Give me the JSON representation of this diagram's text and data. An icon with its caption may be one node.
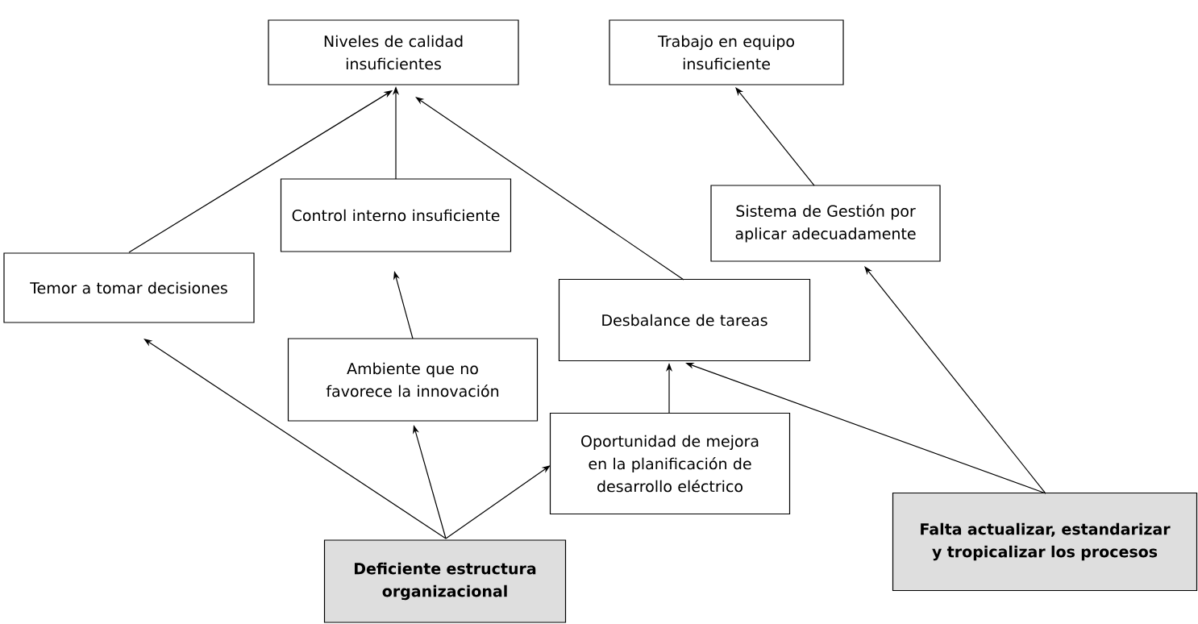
{
  "diagram": {
    "nodes": [
      {
        "text": [
          "Niveles de calidad insuficientes"
        ]
      },
      {
        "text": [
          "Trabajo en equipo insuficiente"
        ]
      },
      {
        "text": [
          "Control interno insuficiente"
        ]
      },
      {
        "text": [
          "Sistema de Gestión por aplicar adecuadamente"
        ]
      },
      {
        "text": [
          "Temor a tomar decisiones"
        ]
      },
      {
        "text": [
          "Desbalance de tareas"
        ]
      },
      {
        "text": [
          "Ambiente que no favorece la innovación"
        ]
      },
      {
        "text": [
          "Oportunidad de mejora en la planificación de desarrollo eléctrico"
        ]
      },
      {
        "text": [
          "Deficiente estructura organizacional"
        ]
      },
      {
        "text": [
          "Falta actualizar, estandarizar y tropicalizar los procesos"
        ]
      }
    ],
    "edges": [
      {
        "from": 4,
        "to": 0,
        "arrow": "to"
      },
      {
        "from": 2,
        "to": 0,
        "arrow": "to"
      },
      {
        "from": 5,
        "to": 0,
        "arrow": "to"
      },
      {
        "from": 3,
        "to": 1,
        "arrow": "to"
      },
      {
        "from": 6,
        "to": 2,
        "arrow": "to"
      },
      {
        "from": 7,
        "to": 5,
        "arrow": "to"
      },
      {
        "from": 9,
        "to": 5,
        "arrow": "to"
      },
      {
        "from": 9,
        "to": 3,
        "arrow": "to"
      },
      {
        "from": 8,
        "to": 4,
        "arrow": "to"
      },
      {
        "from": 8,
        "to": 6,
        "arrow": "to"
      },
      {
        "from": 8,
        "to": 7,
        "arrow": "to"
      }
    ]
  }
}
